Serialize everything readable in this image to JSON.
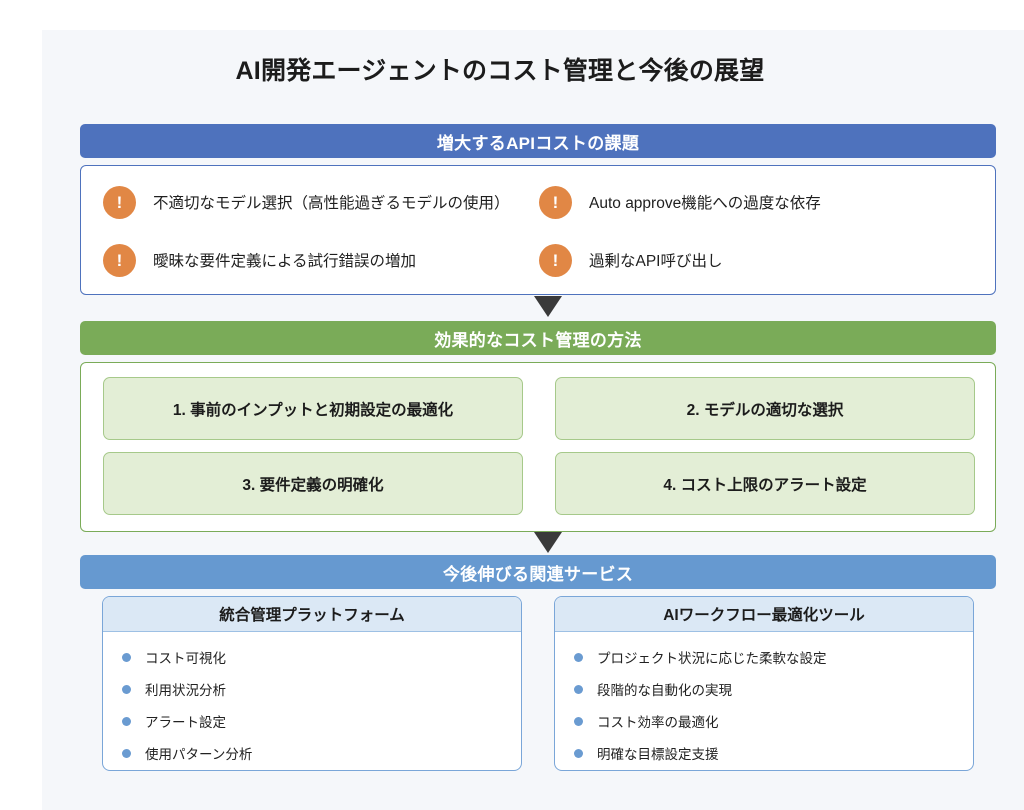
{
  "document": {
    "title": "AI開発エージェントのコスト管理と今後の展望"
  },
  "colors": {
    "page_background": "#f5f7fa",
    "problems_accent": "#4e72bd",
    "methods_accent": "#7aab58",
    "services_accent": "#6699d0",
    "warning_badge": "#e18745",
    "method_box_fill": "#e3eed6",
    "service_header_fill": "#dbe8f5",
    "bullet": "#6a9bd1"
  },
  "sections": {
    "problems": {
      "header": "増大するAPIコストの課題",
      "items": [
        {
          "badge": "!",
          "icon": "warning-icon",
          "text": "不適切なモデル選択（高性能過ぎるモデルの使用）"
        },
        {
          "badge": "!",
          "icon": "warning-icon",
          "text": "Auto approve機能への過度な依存"
        },
        {
          "badge": "!",
          "icon": "warning-icon",
          "text": "曖昧な要件定義による試行錯誤の増加"
        },
        {
          "badge": "!",
          "icon": "warning-icon",
          "text": "過剰なAPI呼び出し"
        }
      ]
    },
    "methods": {
      "header": "効果的なコスト管理の方法",
      "items": [
        {
          "label": "1. 事前のインプットと初期設定の最適化"
        },
        {
          "label": "2. モデルの適切な選択"
        },
        {
          "label": "3. 要件定義の明確化"
        },
        {
          "label": "4. コスト上限のアラート設定"
        }
      ]
    },
    "services": {
      "header": "今後伸びる関連サービス",
      "cards": [
        {
          "title": "統合管理プラットフォーム",
          "features": [
            "コスト可視化",
            "利用状況分析",
            "アラート設定",
            "使用パターン分析"
          ]
        },
        {
          "title": "AIワークフロー最適化ツール",
          "features": [
            "プロジェクト状況に応じた柔軟な設定",
            "段階的な自動化の実現",
            "コスト効率の最適化",
            "明確な目標設定支援"
          ]
        }
      ]
    }
  }
}
